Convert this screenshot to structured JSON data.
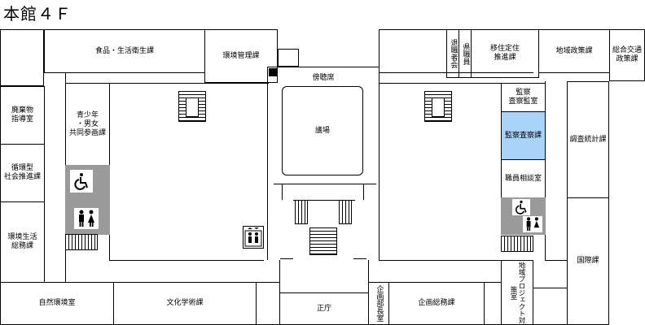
{
  "title": "本館４Ｆ",
  "rooms": {
    "food": "食品・生活衛生課",
    "env_mgmt": "環境管理課",
    "retire": "退職者会",
    "county": "県職員",
    "migration": "移住定住\n推進課",
    "regional_policy": "地域政策課",
    "transport": "総合交通\n政策課",
    "waste": "廃棄物\n指導室",
    "circular": "循環型\n社会推進課",
    "env_life": "環境生活\n総務課",
    "youth": "青少年\n・男女\n共同参画課",
    "gallery": "傍聴席",
    "assembly": "議場",
    "audit_office": "監察\n査察監室",
    "audit_div": "監察査察課",
    "staff_consult": "職員相談室",
    "stats": "調査統計課",
    "intl": "国際課",
    "nature": "自然環境室",
    "culture": "文化学術課",
    "main_hall": "正庁",
    "planning_chief": "企画部長室",
    "planning_gen": "企画総務課",
    "regional_proj": "地域プロジェクト対策室"
  },
  "colors": {
    "highlight": "#a9d3fb",
    "facility": "#9a9a9a"
  },
  "icons": [
    "wheelchair-icon",
    "restroom-icon",
    "elevator-icon",
    "stairs-icon"
  ]
}
